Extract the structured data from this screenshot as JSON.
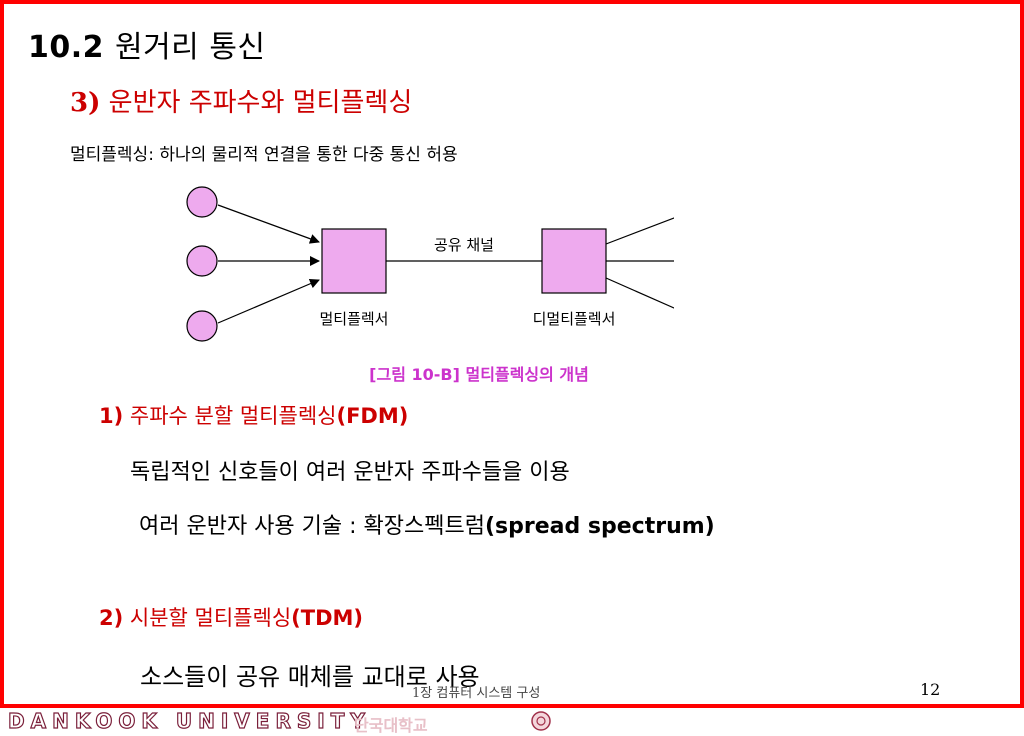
{
  "title": {
    "number": "10.2",
    "text": "원거리 통신"
  },
  "subtitle": {
    "number": "3)",
    "text": "운반자 주파수와 멀티플렉싱"
  },
  "definition": "멀티플렉싱: 하나의 물리적 연결을 통한 다중 통신 허용",
  "diagram": {
    "channel_label": "공유 채널",
    "mux_label": "멀티플렉서",
    "demux_label": "디멀티플렉서",
    "caption": "[그림 10-B] 멀티플렉싱의 개념",
    "colors": {
      "node_fill": "#eeaaee",
      "caption": "#cc33cc"
    }
  },
  "section1": {
    "number": "1)",
    "text": "주파수 분할 멀티플렉싱",
    "abbr": "(FDM)"
  },
  "section1_line": "독립적인 신호들이 여러 운반자 주파수들을 이용",
  "section1_line2": {
    "text": "여러 운반자 사용 기술 : 확장스펙트럼",
    "english": "(spread spectrum)"
  },
  "section2": {
    "number": "2)",
    "text": "시분할 멀티플렉싱",
    "abbr": "(TDM)"
  },
  "section2_line": "소스들이 공유 매체를 교대로 사용",
  "footer": {
    "chapter": "1장 컴퓨터 시스템 구성",
    "page": "12"
  },
  "brand": {
    "english": "DANKOOK UNIVERSITY",
    "korean": "단국대학교"
  },
  "colors": {
    "border": "#ff0000",
    "heading": "#cc0000"
  }
}
